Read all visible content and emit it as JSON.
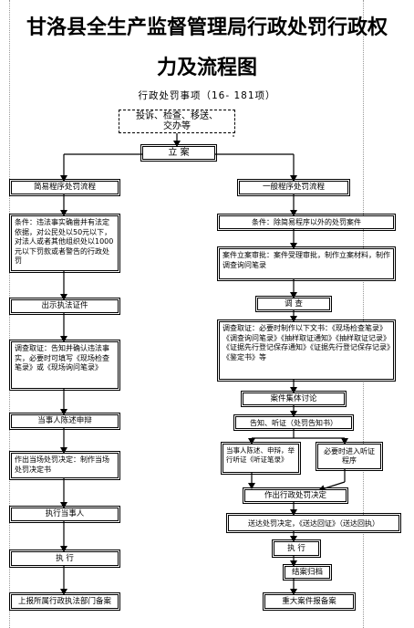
{
  "title_line1": "甘洛县全生产监督管理局行政处罚行政权",
  "title_line2": "力及流程图",
  "subtitle": "行政处罚事项（16- 181项）",
  "source_box": "投诉、检查、移送、\n交办等",
  "register_box": "立  案",
  "left": {
    "header": "简易程序处罚流程",
    "condition": "条件：违法事实确凿并有法定依据，对公民处以50元以下，对法人或者其他组织处以1000元以下罚款或者警告的行政处罚",
    "present_id": "出示执法证件",
    "inform": "调查取证：告知并确认违法事实，必要时可填写《现场检查笔录》或《现场询问笔录》",
    "listen": "当事人陈述申辩",
    "decision": "作出当场处罚决定：制作当场处罚决定书",
    "deliver": "执行当事人",
    "execute": "执  行",
    "report": "上报所属行政执法部门备案"
  },
  "right": {
    "header": "一般程序处罚流程",
    "condition": "条件：除简易程序以外的处罚案件",
    "register": "案件立案审批：案件受理审批，制作立案材料，制作调查询问笔录",
    "investigate": "调  查",
    "evidence": "调查取证：必要时制作以下文书：《现场检查笔录》《调查询问笔录》《抽样取证通知》《抽样取证记录》《证据先行登记保存通知》《证据先行登记保存记录》《鉴定书》等",
    "review": "案件集体讨论",
    "inform": "告知、听证（处罚告知书）",
    "statement": "当事人陈述、申辩，举行听证《听证笔录》",
    "hearing": "必要时进入听证程序",
    "decision": "作出行政处罚决定",
    "deliver": "送达处罚决定，《送达回证》（送达回执）",
    "execute": "执  行",
    "close": "结案归档",
    "report": "重大案件报备案"
  }
}
